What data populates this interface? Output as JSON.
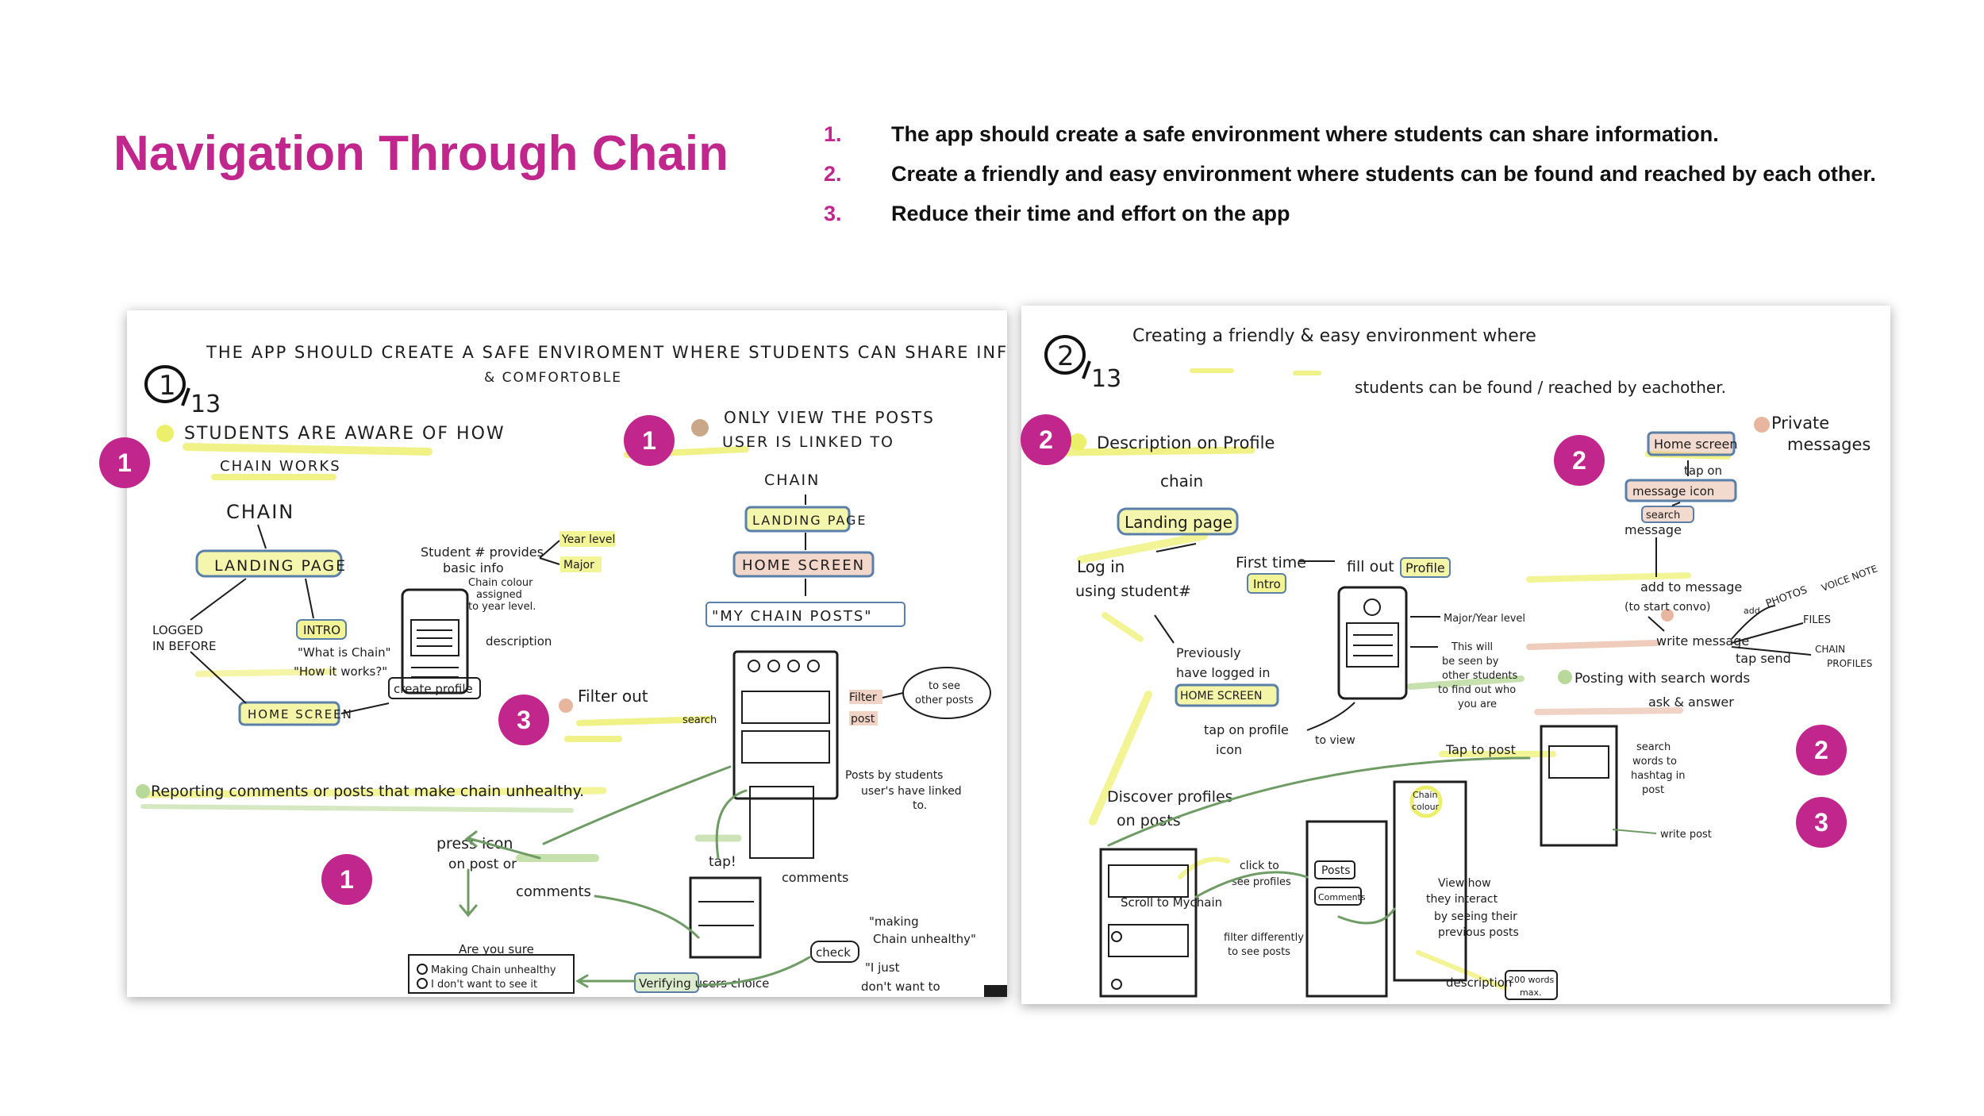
{
  "page": {
    "title": "Navigation Through Chain",
    "accent_color": "#c1268c",
    "goals": [
      {
        "num": "1.",
        "text": "The app should create a safe environment where students can share information."
      },
      {
        "num": "2.",
        "text": "Create a friendly and easy environment where students can be found and reached by each other."
      },
      {
        "num": "3.",
        "text": "Reduce their time and effort on the app"
      }
    ]
  },
  "sketch1": {
    "page_mark": "1",
    "page_total": "13",
    "heading_line1": "THE APP SHOULD CREATE A SAFE ENVIROMENT WHERE STUDENTS CAN SHARE INFORMATION",
    "heading_line2": "& COMFORTOBLE",
    "note_aware_line1": "STUDENTS ARE AWARE OF HOW",
    "note_aware_line2": "CHAIN WORKS",
    "chain": "CHAIN",
    "landing_page": "LANDING PAGE",
    "logged_in_line1": "LOGGED",
    "logged_in_line2": "IN BEFORE",
    "intro": "INTRO",
    "what_is_chain": "\"What is Chain\"",
    "how_it_works": "\"How it works?\"",
    "home_screen": "HOME SCREEN",
    "student_provides_line1": "Student # provides",
    "student_provides_line2": "basic info",
    "chain_colour_line1": "Chain colour",
    "chain_colour_line2": "assigned",
    "chain_colour_line3": "to year level.",
    "year_level": "Year level",
    "major": "Major",
    "description": "description",
    "create_profile": "create profile",
    "note_view_line1": "ONLY VIEW THE POSTS",
    "note_view_line2": "USER IS LINKED TO",
    "chain_right": "CHAIN",
    "landing_page_right": "LANDING PAGE",
    "home_screen_right": "HOME SCREEN",
    "my_chain_posts": "\"MY CHAIN POSTS\"",
    "filter_out": "Filter out",
    "search": "search",
    "filter": "Filter",
    "post": "post",
    "to_see_other_posts_line1": "to see",
    "to_see_other_posts_line2": "other posts",
    "posts_by_students_line1": "Posts by students",
    "posts_by_students_line2": "user's have linked",
    "posts_by_students_line3": "to.",
    "reporting": "Reporting comments or posts that make chain unhealthy.",
    "press_icon_line1": "press icon",
    "press_icon_line2": "on post or",
    "comments_left": "comments",
    "tap": "tap!",
    "comments_right": "comments",
    "are_you_sure": "Are you sure",
    "making_chain_option": "Making Chain unhealthy",
    "dont_want_option": "I don't want to see it",
    "verifying": "Verifying users choice",
    "check": "check",
    "making_chain_quote_line1": "\"making",
    "making_chain_quote_line2": "Chain unhealthy\"",
    "just_dont_line1": "\"I just",
    "just_dont_line2": "don't want to"
  },
  "sketch2": {
    "page_mark": "2",
    "page_total": "13",
    "heading_line1": "Creating a friendly & easy environment where",
    "heading_line2": "students can be found / reached by eachother.",
    "description_on_profile": "Description on Profile",
    "chain": "chain",
    "landing_page": "Landing page",
    "login_line1": "Log in",
    "login_line2": "using student#",
    "first_time": "First time",
    "intro": "Intro",
    "fill_out": "fill out",
    "profile": "Profile",
    "major_year": "Major/Year level",
    "seen_by_line1": "This will",
    "seen_by_line2": "be seen by",
    "seen_by_line3": "other students",
    "seen_by_line4": "to find out who",
    "seen_by_line5": "you are",
    "prev_logged_line1": "Previously",
    "prev_logged_line2": "have logged in",
    "home_screen": "HOME SCREEN",
    "tap_profile_line1": "tap on profile",
    "tap_profile_line2": "icon",
    "to_view": "to view",
    "private_messages_line1": "Private",
    "private_messages_line2": "messages",
    "home_screen_right": "Home screen",
    "tap_on": "tap on",
    "message_icon": "message icon",
    "search": "search",
    "message": "message",
    "add_to_message": "add to message",
    "to_start_convo": "(to start convo)",
    "photos": "PHOTOS",
    "voice_note": "VOICE NOTE",
    "files": "FILES",
    "chain_profiles_line1": "CHAIN",
    "chain_profiles_line2": "PROFILES",
    "add": "add",
    "write_message": "write message",
    "tap_send": "tap send",
    "posting_search_line1": "Posting with search words",
    "posting_search_line2": "ask & answer",
    "tap_to_post": "Tap to post",
    "search_words_line1": "search",
    "search_words_line2": "words to",
    "search_words_line3": "hashtag in",
    "search_words_line4": "post",
    "write_post": "write post",
    "discover_line1": "Discover profiles",
    "discover_line2": "on posts",
    "scroll_mychain": "Scroll to Mychain",
    "click_to_see_line1": "click to",
    "click_to_see_line2": "see profiles",
    "filter_differently_line1": "filter differently",
    "filter_differently_line2": "to see posts",
    "posts": "Posts",
    "comments": "Comments",
    "view_how_line1": "View how",
    "view_how_line2": "they interact",
    "view_how_line3": "by seeing their",
    "view_how_line4": "previous posts",
    "description": "description",
    "word_limit_line1": "200 words",
    "word_limit_line2": "max.",
    "chain_colour_line1": "Chain",
    "chain_colour_line2": "colour"
  },
  "badges": [
    "1",
    "1",
    "3",
    "1",
    "2",
    "2",
    "2",
    "3"
  ],
  "colors": {
    "highlight_yellow": "#ecef6a",
    "highlight_green": "#b9d99a",
    "highlight_peach": "#e8b69e",
    "box_blue": "#5a7fa8",
    "arrow_green": "#6f9c64",
    "ink": "#1d1d1d"
  }
}
